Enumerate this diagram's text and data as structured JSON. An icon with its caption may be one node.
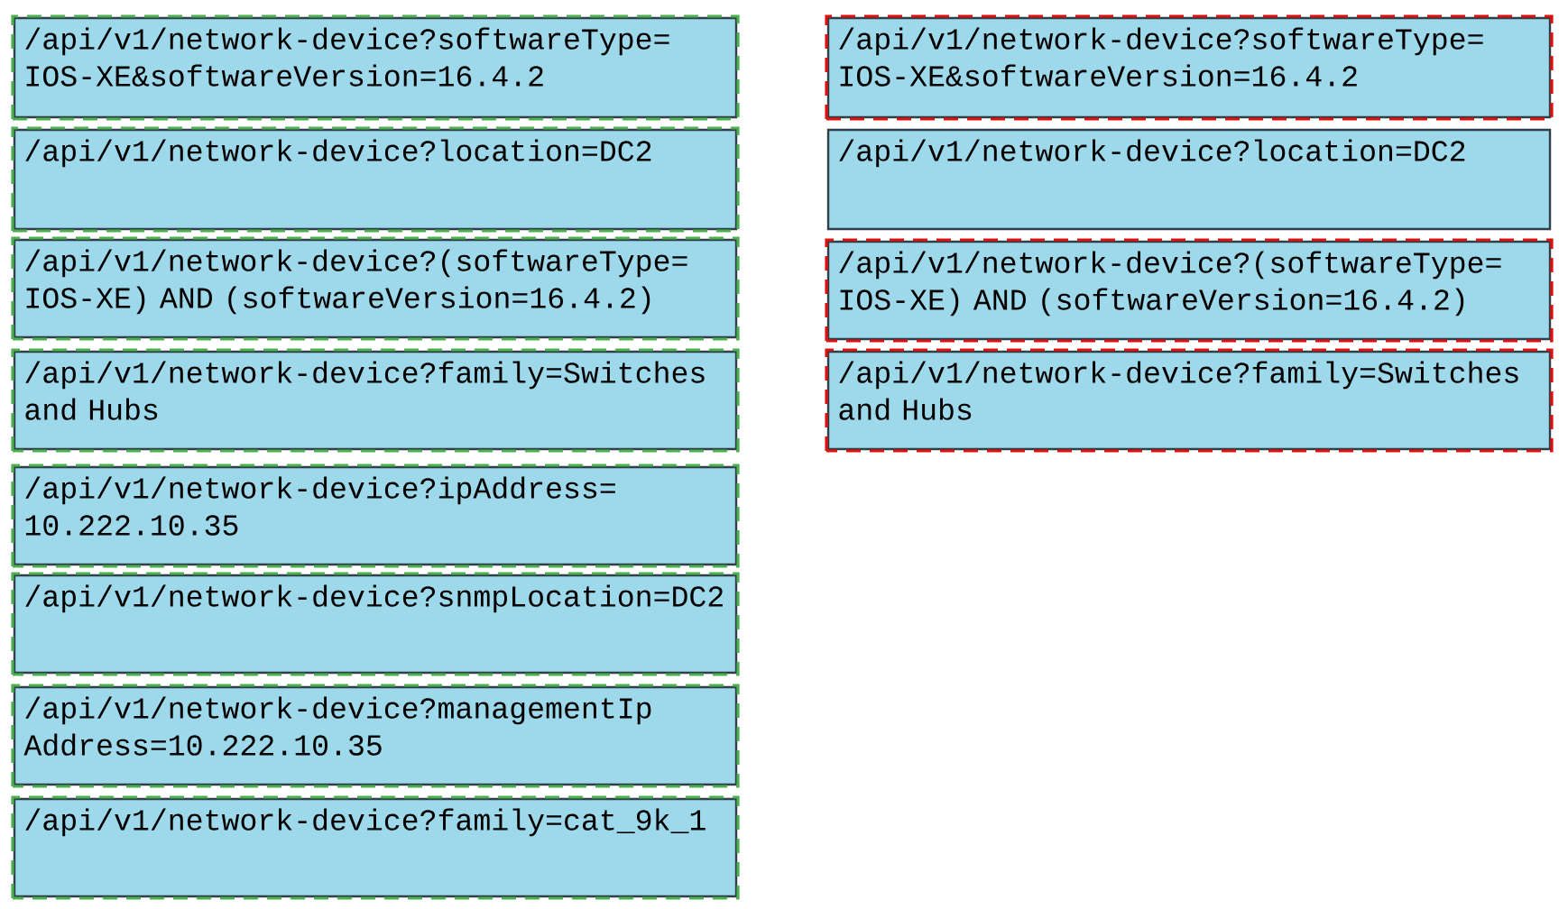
{
  "diagram": {
    "nodes": [
      {
        "text": [
          "/api/v1/network-device?softwareType= IOS-XE&softwareVersion=16.4.2"
        ]
      },
      {
        "text": [
          "/api/v1/network-device?location=DC2"
        ]
      },
      {
        "text": [
          "/api/v1/network-device?(softwareType= IOS-XE) AND (softwareVersion=16.4.2)"
        ]
      },
      {
        "text": [
          "/api/v1/network-device?family=Switches and Hubs"
        ]
      },
      {
        "text": [
          "/api/v1/network-device?ipAddress= 10.222.10.35"
        ]
      },
      {
        "text": [
          "/api/v1/network-device?snmpLocation=DC2"
        ]
      },
      {
        "text": [
          "/api/v1/network-device?managementIp Address=10.222.10.35"
        ]
      },
      {
        "text": [
          "/api/v1/network-device?family=cat_9k_1"
        ]
      },
      {
        "text": [
          "/api/v1/network-device?softwareType= IOS-XE&softwareVersion=16.4.2"
        ]
      },
      {
        "text": [
          "/api/v1/network-device?location=DC2"
        ]
      },
      {
        "text": [
          "/api/v1/network-device?(softwareType= IOS-XE) AND (softwareVersion=16.4.2)"
        ]
      },
      {
        "text": [
          "/api/v1/network-device?family=Switches and Hubs"
        ]
      }
    ]
  }
}
